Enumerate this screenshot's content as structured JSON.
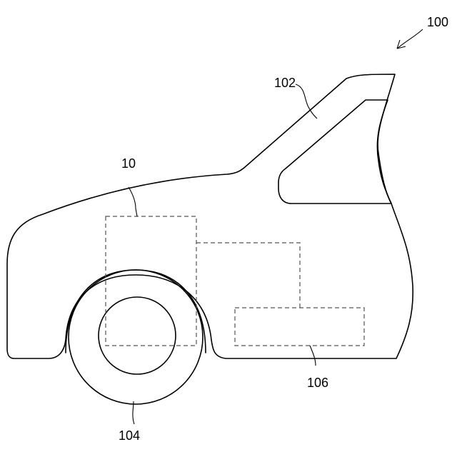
{
  "figure": {
    "labels": {
      "vehicle": "100",
      "body": "102",
      "wheel": "104",
      "unit": "106",
      "device": "10"
    }
  }
}
